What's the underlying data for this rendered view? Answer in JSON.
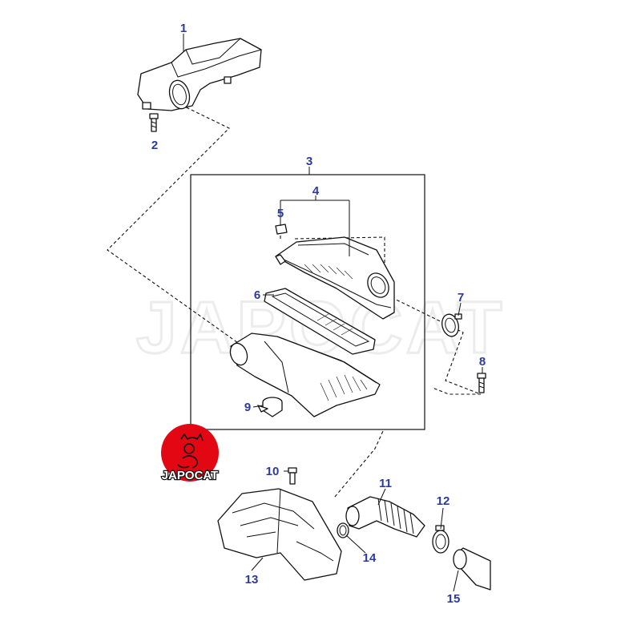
{
  "watermark": "JAPOCAT",
  "logo": {
    "text": "JAPOCAT",
    "color": "#e30613"
  },
  "colors": {
    "callout": "#2b3a9e",
    "line": "#111111"
  },
  "callouts": [
    "1",
    "2",
    "3",
    "4",
    "5",
    "6",
    "7",
    "8",
    "9",
    "10",
    "11",
    "12",
    "13",
    "14",
    "15"
  ]
}
